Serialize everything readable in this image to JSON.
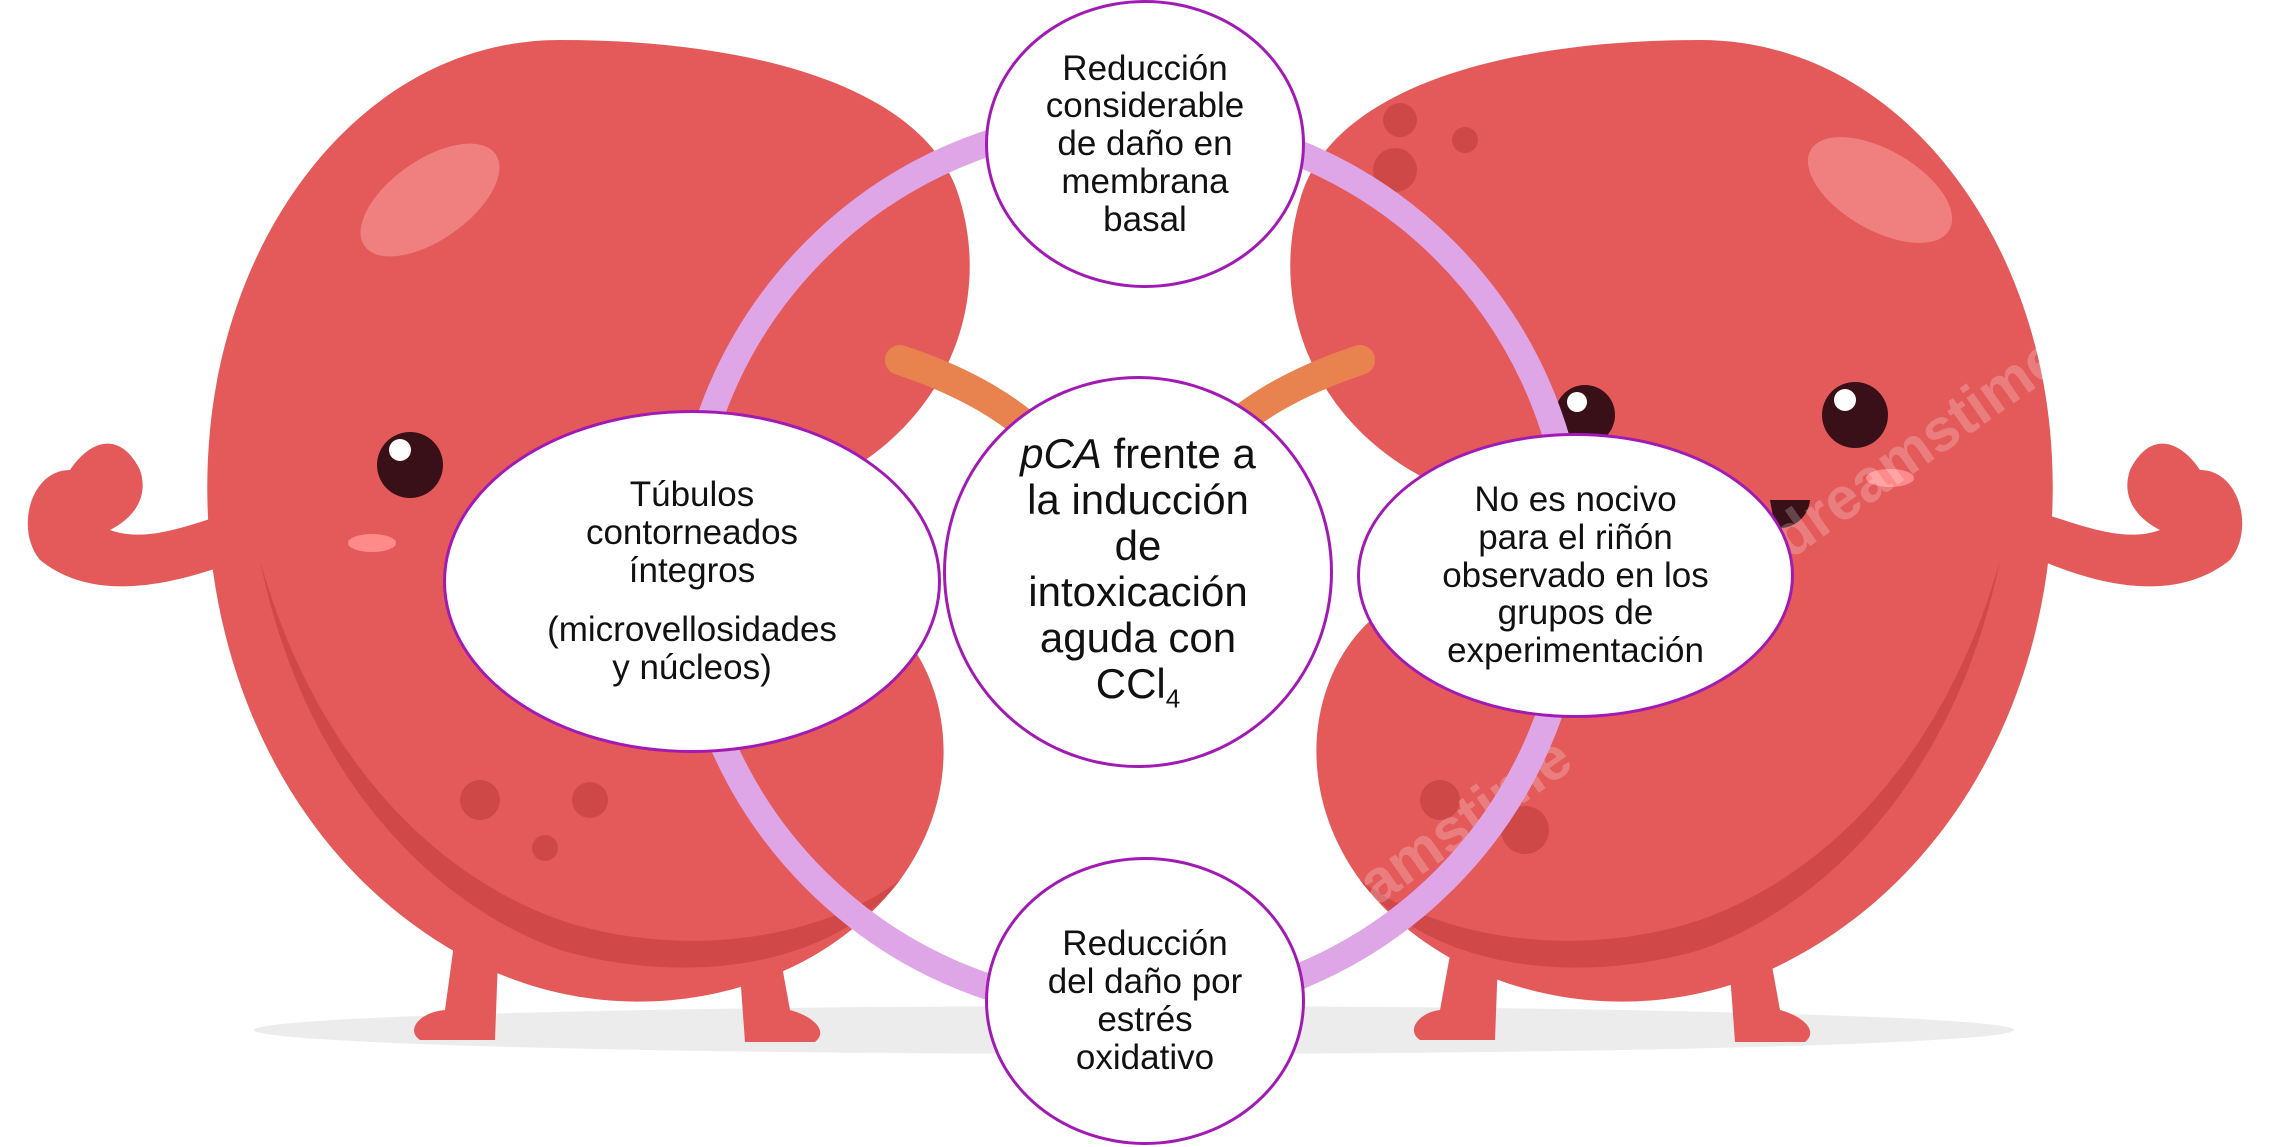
{
  "colors": {
    "background": "#ffffff",
    "kidney_body": "#e45a5a",
    "kidney_shadow": "#d14848",
    "kidney_highlight": "#f08080",
    "ureter": "#e8824e",
    "ring": "#dea6e6",
    "node_fill": "#ffffff",
    "node_border": "#a21ab4",
    "eye": "#3a1018",
    "cheek": "#ff8a8a",
    "text": "#111111"
  },
  "illustration": {
    "description_icons": [
      "kidney-left-icon",
      "kidney-right-icon"
    ],
    "watermark": "dreamstime"
  },
  "diagram": {
    "center": {
      "italic": "pCA",
      "line1_rest": " frente a",
      "line2": "la inducción",
      "line3": "de",
      "line4": "intoxicación",
      "line5": "aguda con",
      "formula_base": "CCl",
      "formula_sub": "4"
    },
    "nodes": {
      "top": [
        "Reducción",
        "considerable",
        "de daño en",
        "membrana",
        "basal"
      ],
      "left": [
        "Túbulos",
        "contorneados",
        "íntegros",
        "(microvellosidades",
        "y núcleos)"
      ],
      "right": [
        "No es nocivo",
        "para el riñón",
        "observado en los",
        "grupos de",
        "experimentación"
      ],
      "bottom": [
        "Reducción",
        "del daño por",
        "estrés",
        "oxidativo"
      ]
    }
  }
}
